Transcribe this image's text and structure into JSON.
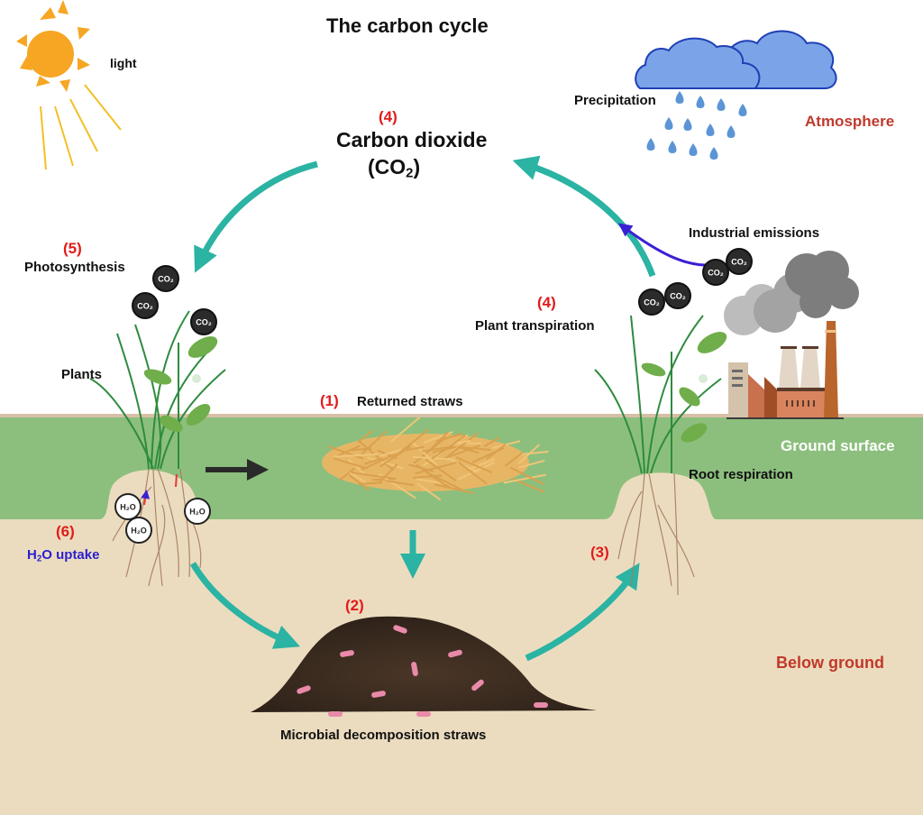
{
  "title": "The carbon cycle",
  "colors": {
    "cycle_arrow": "#2bb3a3",
    "industrial_arrow": "#3a1fd6",
    "step_number": "#e21b1b",
    "region_label": "#c0392b",
    "h2o_label": "#2a1fd0",
    "ground_surface": "#8cbf7d",
    "soil": "#ecdcbf",
    "sun": "#f6a623",
    "cloud": "#7ba4e8",
    "raindrop": "#5b95d6"
  },
  "labels": {
    "light": "light",
    "precipitation": "Precipitation",
    "atmosphere": "Atmosphere",
    "co2_number": "(4)",
    "co2_title": "Carbon dioxide",
    "co2_formula_open": "(CO",
    "co2_formula_sub": "2",
    "co2_formula_close": ")",
    "photosynthesis_number": "(5)",
    "photosynthesis": "Photosynthesis",
    "plants": "Plants",
    "industrial_emissions": "Industrial emissions",
    "transpiration_number": "(4)",
    "plant_transpiration": "Plant transpiration",
    "returned_straws_number": "(1)",
    "returned_straws": "Returned straws",
    "ground_surface": "Ground surface",
    "root_respiration": "Root respiration",
    "h2o_uptake_number": "(6)",
    "h2o_uptake_prefix": "H",
    "h2o_uptake_sub": "2",
    "h2o_uptake_suffix": "O uptake",
    "microbial_number": "(2)",
    "microbial": "Microbial decomposition straws",
    "root_uptake_number": "(3)",
    "below_ground": "Below ground"
  },
  "molecules": {
    "co2": "CO₂",
    "h2o": "H₂O"
  }
}
